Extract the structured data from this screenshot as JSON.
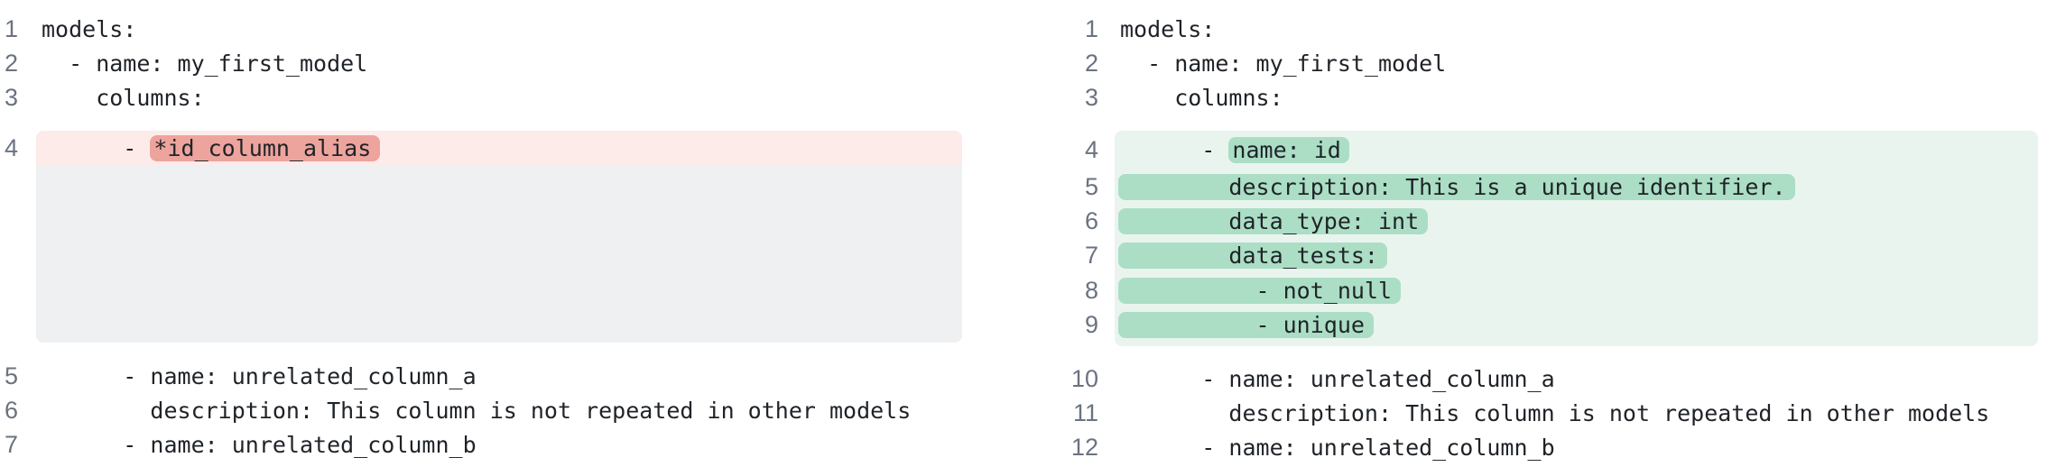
{
  "colors": {
    "background": "#ffffff",
    "code_text": "#1f2328",
    "line_number": "#6b7280",
    "removed_line_bg": "#fcebe9",
    "removed_word_bg": "#eda49d",
    "collapsed_filler_bg": "#eef0f2",
    "added_line_bg": "#eaf4ee",
    "added_word_bg": "#abdec5"
  },
  "old_pane": {
    "lines": [
      {
        "num": "1",
        "text": "models:"
      },
      {
        "num": "2",
        "text": "  - name: my_first_model"
      },
      {
        "num": "3",
        "text": "    columns:"
      },
      {
        "num": "4",
        "prefix": "      - ",
        "removed": "*id_column_alias"
      },
      {
        "num": "5",
        "text": "      - name: unrelated_column_a"
      },
      {
        "num": "6",
        "text": "        description: This column is not repeated in other models"
      },
      {
        "num": "7",
        "text": "      - name: unrelated_column_b"
      }
    ]
  },
  "new_pane": {
    "lines": [
      {
        "num": "1",
        "text": "models:"
      },
      {
        "num": "2",
        "text": "  - name: my_first_model"
      },
      {
        "num": "3",
        "text": "    columns:"
      },
      {
        "num": "4",
        "prefix": "      - ",
        "added": "name: id"
      },
      {
        "num": "5",
        "added": "        description: This is a unique identifier."
      },
      {
        "num": "6",
        "added": "        data_type: int"
      },
      {
        "num": "7",
        "added": "        data_tests:"
      },
      {
        "num": "8",
        "added": "          - not_null"
      },
      {
        "num": "9",
        "added": "          - unique"
      },
      {
        "num": "10",
        "text": "      - name: unrelated_column_a"
      },
      {
        "num": "11",
        "text": "        description: This column is not repeated in other models"
      },
      {
        "num": "12",
        "text": "      - name: unrelated_column_b"
      }
    ]
  }
}
